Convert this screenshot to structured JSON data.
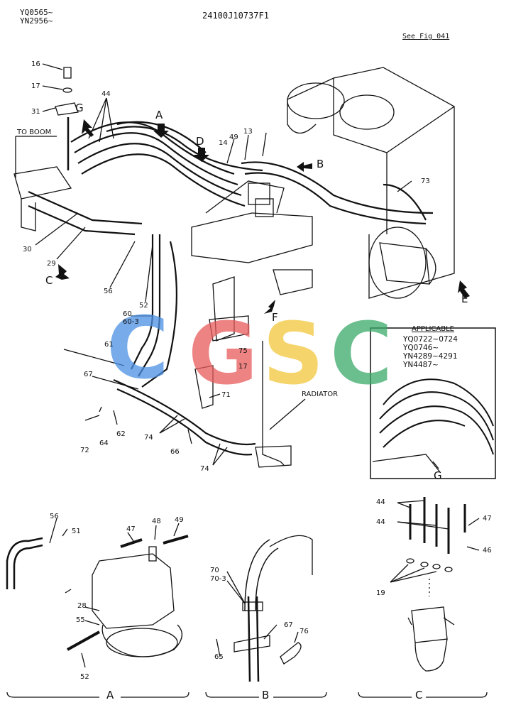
{
  "header": {
    "serial_1": "YQ0565~",
    "serial_2": "YN2956~",
    "part_no": "24100J10737F1",
    "ref": "See Fig 041"
  },
  "labels": {
    "to_boom": "TO BOOM",
    "radiator": "RADIATOR",
    "applicable": "APPLICABLE",
    "applicable_list": [
      "YQ0722~0724",
      "YQ0746~",
      "YN4289~4291",
      "YN4487~"
    ]
  },
  "arrows": [
    "A",
    "B",
    "C",
    "D",
    "E",
    "F",
    "G"
  ],
  "callouts": {
    "n16": "16",
    "n17a": "17",
    "n31": "31",
    "n44a": "44",
    "n14": "14",
    "n49a": "49",
    "n13": "13",
    "n73": "73",
    "n30": "30",
    "n29": "29",
    "n56a": "56",
    "n52a": "52",
    "n60": "60",
    "n60_3": "60-3",
    "n61": "61",
    "n75": "75",
    "n17b": "17",
    "n67a": "67",
    "n71": "71",
    "n72": "72",
    "n64": "64",
    "n62": "62",
    "n74a": "74",
    "n66": "66",
    "n74b": "74",
    "g_inset": "G",
    "n56b": "56",
    "n51": "51",
    "n47a": "47",
    "n48": "48",
    "n49b": "49",
    "n28": "28",
    "n55": "55",
    "n52b": "52",
    "n70": "70",
    "n70_3": "70-3",
    "n67b": "67",
    "n76": "76",
    "n65": "65",
    "n44b": "44",
    "n44c": "44",
    "n47b": "47",
    "n46": "46",
    "n19": "19"
  },
  "sections": {
    "a": "A",
    "b": "B",
    "c": "C"
  },
  "watermark": {
    "letters": [
      "C",
      "G",
      "S",
      "C"
    ],
    "colors": [
      "#4a90e2",
      "#e85a5a",
      "#f2c83a",
      "#3aaa6a"
    ]
  }
}
